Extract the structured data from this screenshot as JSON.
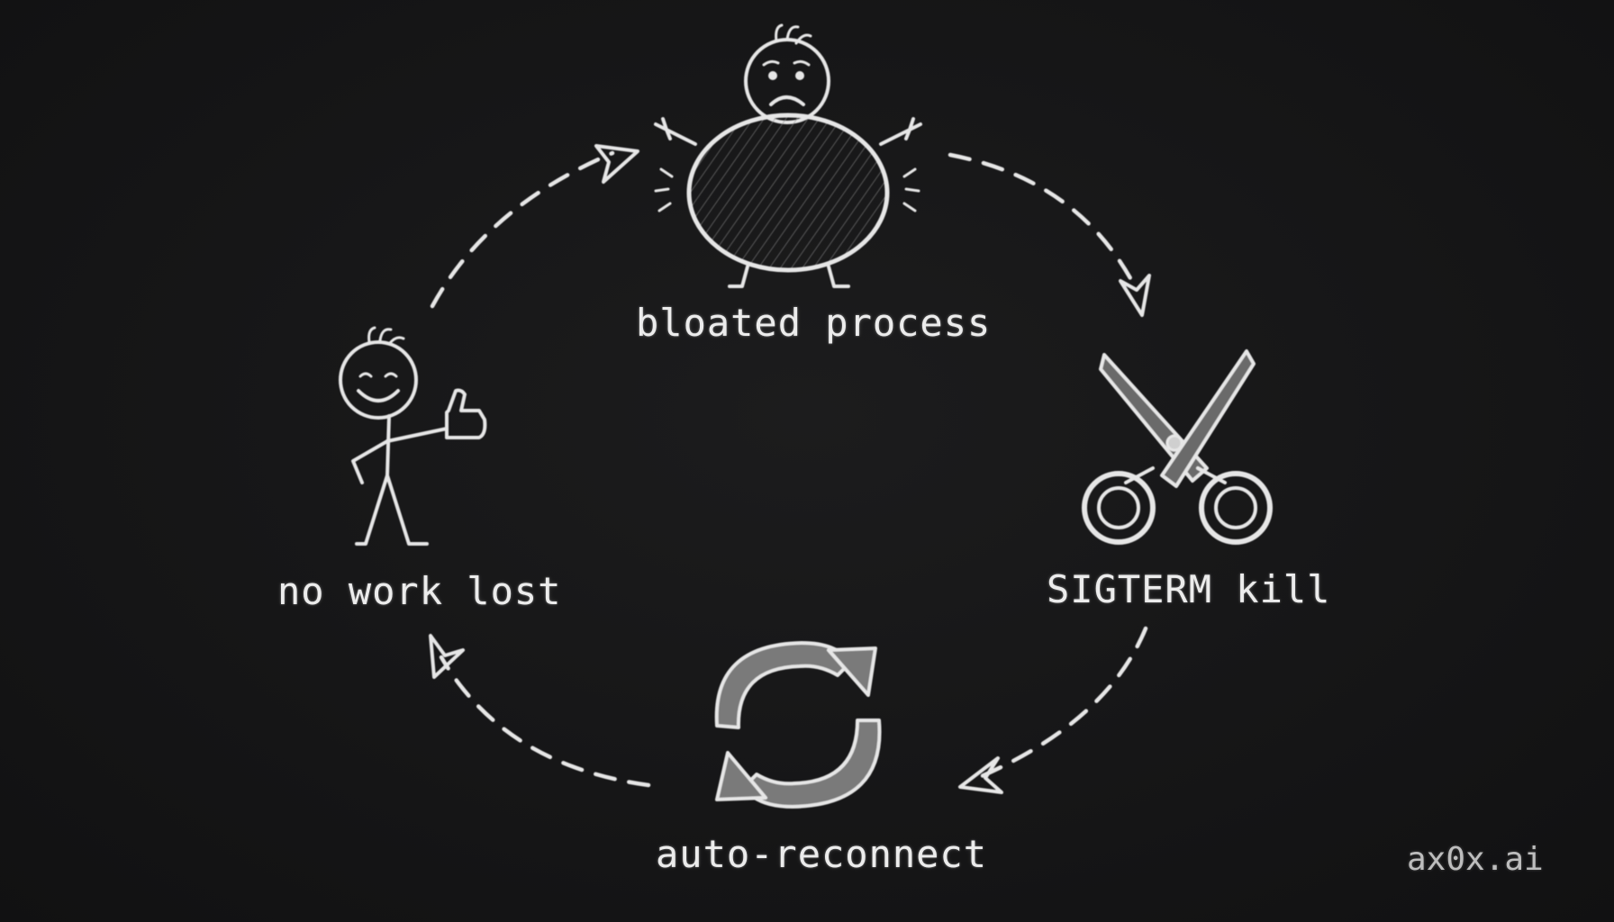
{
  "nodes": {
    "bloated": {
      "label": "bloated process",
      "icon": "sad-fat-figure-icon"
    },
    "kill": {
      "label": "SIGTERM kill",
      "icon": "scissors-icon"
    },
    "reconnect": {
      "label": "auto-reconnect",
      "icon": "refresh-arrows-icon"
    },
    "safe": {
      "label": "no work lost",
      "icon": "happy-thumbs-up-figure-icon"
    }
  },
  "branding": {
    "text": "ax0x.ai"
  },
  "colors": {
    "background": "#161617",
    "chalk": "#e6e6e6"
  }
}
